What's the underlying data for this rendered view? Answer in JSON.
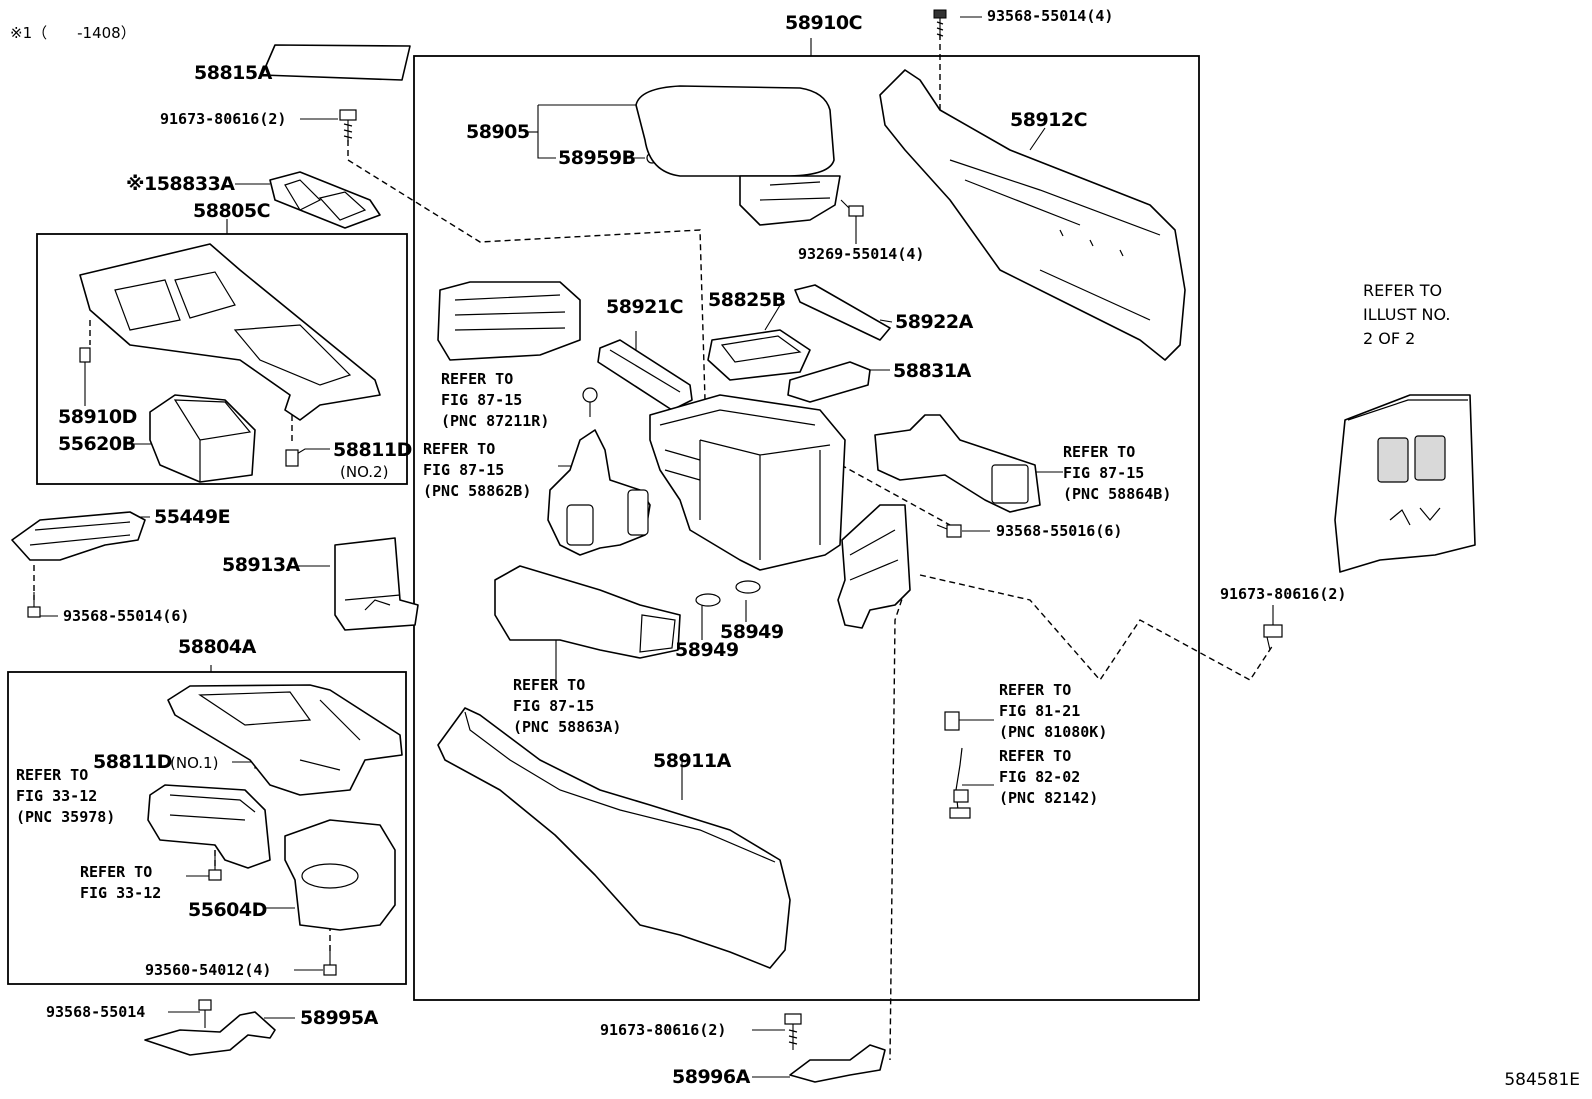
{
  "header": {
    "note": "※1（　　-1408）"
  },
  "footer": {
    "illustration_code": "584581E"
  },
  "parts": {
    "p58910C": "58910C",
    "p93568_55014_top": "93568-55014(4)",
    "p58815A": "58815A",
    "p91673_80616_a": "91673-80616(2)",
    "p58833A": "※158833A",
    "p58805C": "58805C",
    "p58905": "58905",
    "p58959B": "58959B",
    "p58912C": "58912C",
    "p93269_55014": "93269-55014(4)",
    "p58910D": "58910D",
    "p55620B": "55620B",
    "p58811D_no2": "58811D",
    "p58811D_no2_suffix": "(NO.2)",
    "p58921C": "58921C",
    "p58825B": "58825B",
    "p58922A": "58922A",
    "p58831A": "58831A",
    "p55449E": "55449E",
    "p58913A": "58913A",
    "p93568_55014_6": "93568-55014(6)",
    "p93568_55016": "93568-55016(6)",
    "p91673_80616_b": "91673-80616(2)",
    "p58949_a": "58949",
    "p58949_b": "58949",
    "p58804A": "58804A",
    "p58811D_no1": "58811D",
    "p58811D_no1_suffix": "(NO.1)",
    "p58911A": "58911A",
    "p55604D": "55604D",
    "p93560_54012": "93560-54012(4)",
    "p93568_55014_b": "93568-55014",
    "p58995A": "58995A",
    "p91673_80616_c": "91673-80616(2)",
    "p58996A": "58996A"
  },
  "refs": {
    "r87211R": [
      "REFER TO",
      "FIG 87-15",
      "(PNC 87211R)"
    ],
    "r58862B": [
      "REFER TO",
      "FIG 87-15",
      "(PNC 58862B)"
    ],
    "r58864B": [
      "REFER TO",
      "FIG 87-15",
      "(PNC 58864B)"
    ],
    "r58863A": [
      "REFER TO",
      "FIG 87-15",
      "(PNC 58863A)"
    ],
    "r81080K": [
      "REFER TO",
      "FIG 81-21",
      "(PNC 81080K)"
    ],
    "r82142": [
      "REFER TO",
      "FIG 82-02",
      "(PNC 82142)"
    ],
    "r35978": [
      "REFER TO",
      "FIG 33-12",
      "(PNC 35978)"
    ],
    "r33_12": [
      "REFER TO",
      "FIG 33-12"
    ],
    "rIllust": [
      "REFER TO",
      "ILLUST NO.",
      "2 OF 2"
    ]
  }
}
